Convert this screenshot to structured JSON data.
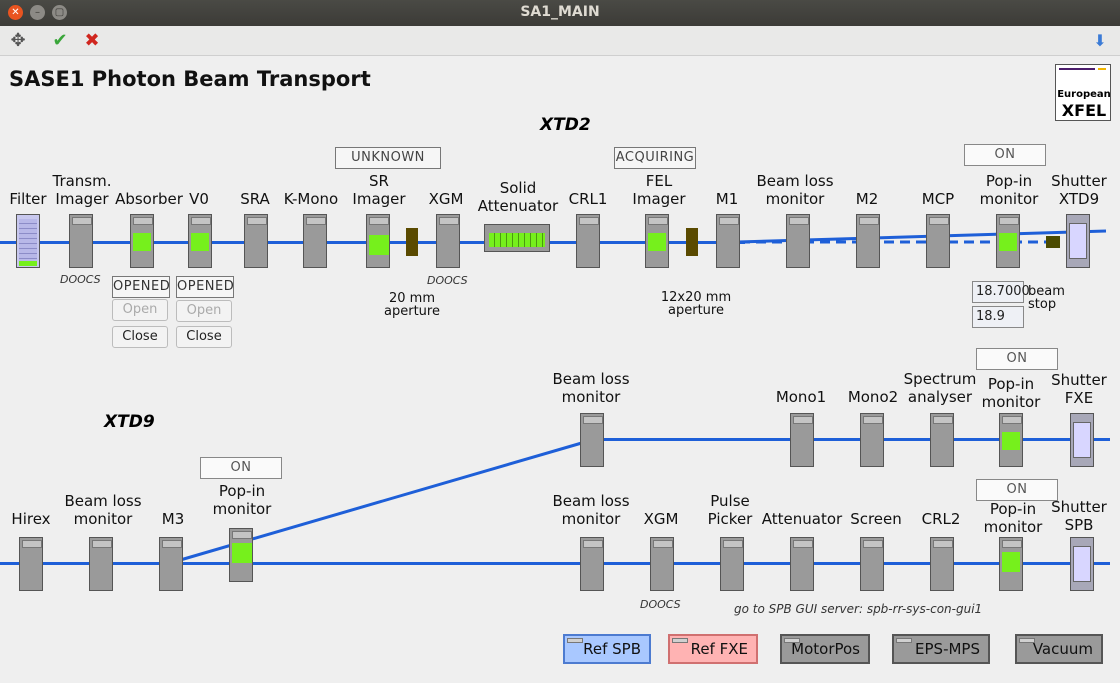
{
  "window": {
    "title": "SA1_MAIN"
  },
  "toolbar": {
    "move_icon": "move-icon",
    "apply_icon": "check-icon",
    "cancel_icon": "x-icon",
    "menu_icon": "dropdown-arrow-icon"
  },
  "page": {
    "title": "SASE1 Photon Beam Transport"
  },
  "logo": {
    "line1": "European",
    "line2": "XFEL"
  },
  "sections": {
    "xtd2": "XTD2",
    "xtd9": "XTD9"
  },
  "xtd2": {
    "labels": {
      "filter": "Filter",
      "transm_imager": "Transm.\nImager",
      "absorber": "Absorber",
      "v0": "V0",
      "sra": "SRA",
      "kmono": "K-Mono",
      "sr_imager": "SR\nImager",
      "xgm": "XGM",
      "solid_att": "Solid\nAttenuator",
      "crl1": "CRL1",
      "fel_imager": "FEL\nImager",
      "m1": "M1",
      "beam_loss": "Beam loss\nmonitor",
      "m2": "M2",
      "mcp": "MCP",
      "popin": "Pop-in\nmonitor",
      "shutter": "Shutter\nXTD9"
    },
    "doocs1": "DOOCS",
    "doocs2": "DOOCS",
    "status_unknown": "UNKNOWN",
    "status_acquiring": "ACQUIRING",
    "status_on": "ON",
    "aperture1": "20 mm\naperture",
    "aperture2": "12x20 mm\naperture",
    "absorber_state": "OPENED",
    "v0_state": "OPENED",
    "open": "Open",
    "close": "Close",
    "value1": "18.7000",
    "value2": "18.9",
    "beam_stop": "beam\nstop"
  },
  "fxe": {
    "labels": {
      "beam_loss": "Beam loss\nmonitor",
      "mono1": "Mono1",
      "mono2": "Mono2",
      "spectrum": "Spectrum\nanalyser",
      "popin": "Pop-in\nmonitor",
      "shutter": "Shutter\nFXE"
    },
    "status_on": "ON"
  },
  "spb": {
    "labels": {
      "hirex": "Hirex",
      "beam_loss": "Beam loss\nmonitor",
      "m3": "M3",
      "popin": "Pop-in\nmonitor",
      "beam_loss2": "Beam loss\nmonitor",
      "xgm": "XGM",
      "pulse_picker": "Pulse\nPicker",
      "attenuator": "Attenuator",
      "screen": "Screen",
      "crl2": "CRL2",
      "popin2": "Pop-in\nmonitor",
      "shutter": "Shutter\nSPB"
    },
    "status_on": "ON",
    "status_on2": "ON",
    "doocs": "DOOCS",
    "server_text": "go to SPB GUI server: spb-rr-sys-con-gui1"
  },
  "bottom": {
    "ref_spb": "Ref SPB",
    "ref_fxe": "Ref FXE",
    "motorpos": "MotorPos",
    "eps": "EPS-MPS",
    "vacuum": "Vacuum"
  },
  "colors": {
    "beam": "#1e5fd8",
    "active": "#76f01c",
    "ref_spb": "#a9c8ff",
    "ref_fxe": "#ffb3b3"
  }
}
